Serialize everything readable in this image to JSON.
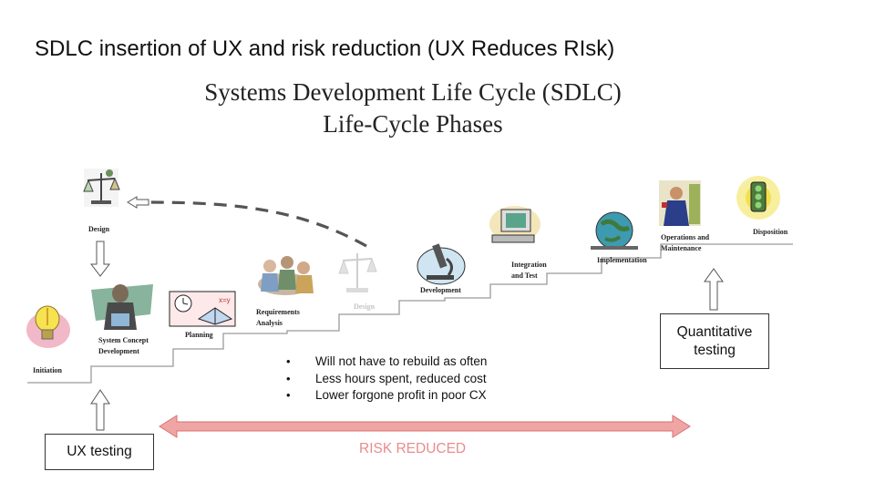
{
  "slide": {
    "title": "SDLC insertion of UX and risk reduction (UX Reduces RIsk)"
  },
  "diagram": {
    "title_line1": "Systems Development Life Cycle (SDLC)",
    "title_line2": "Life-Cycle Phases",
    "phases": {
      "design_top": "Design",
      "initiation": "Initiation",
      "system_concept_line1": "System Concept",
      "system_concept_line2": "Development",
      "planning": "Planning",
      "requirements_line1": "Requirements",
      "requirements_line2": "Analysis",
      "design_faded": "Design",
      "development": "Development",
      "integration_line1": "Integration",
      "integration_line2": "and Test",
      "implementation": "Implementation",
      "operations_line1": "Operations and",
      "operations_line2": "Maintenance",
      "disposition": "Disposition"
    }
  },
  "benefits": [
    "Will not have to rebuild as often",
    "Less hours spent, reduced cost",
    "Lower forgone profit in poor CX"
  ],
  "boxes": {
    "ux_testing": "UX testing",
    "quantitative_line1": "Quantitative",
    "quantitative_line2": "testing"
  },
  "risk": {
    "label": "RISK REDUCED",
    "color": "#e98c8c",
    "fill": "#f0a5a5"
  },
  "icons": [
    "scales-icon",
    "lightbulb-icon",
    "person-icon",
    "clock-book-icon",
    "team-meeting-icon",
    "microscope-icon",
    "computer-icon",
    "globe-icon",
    "businessman-icon",
    "traffic-light-icon"
  ]
}
